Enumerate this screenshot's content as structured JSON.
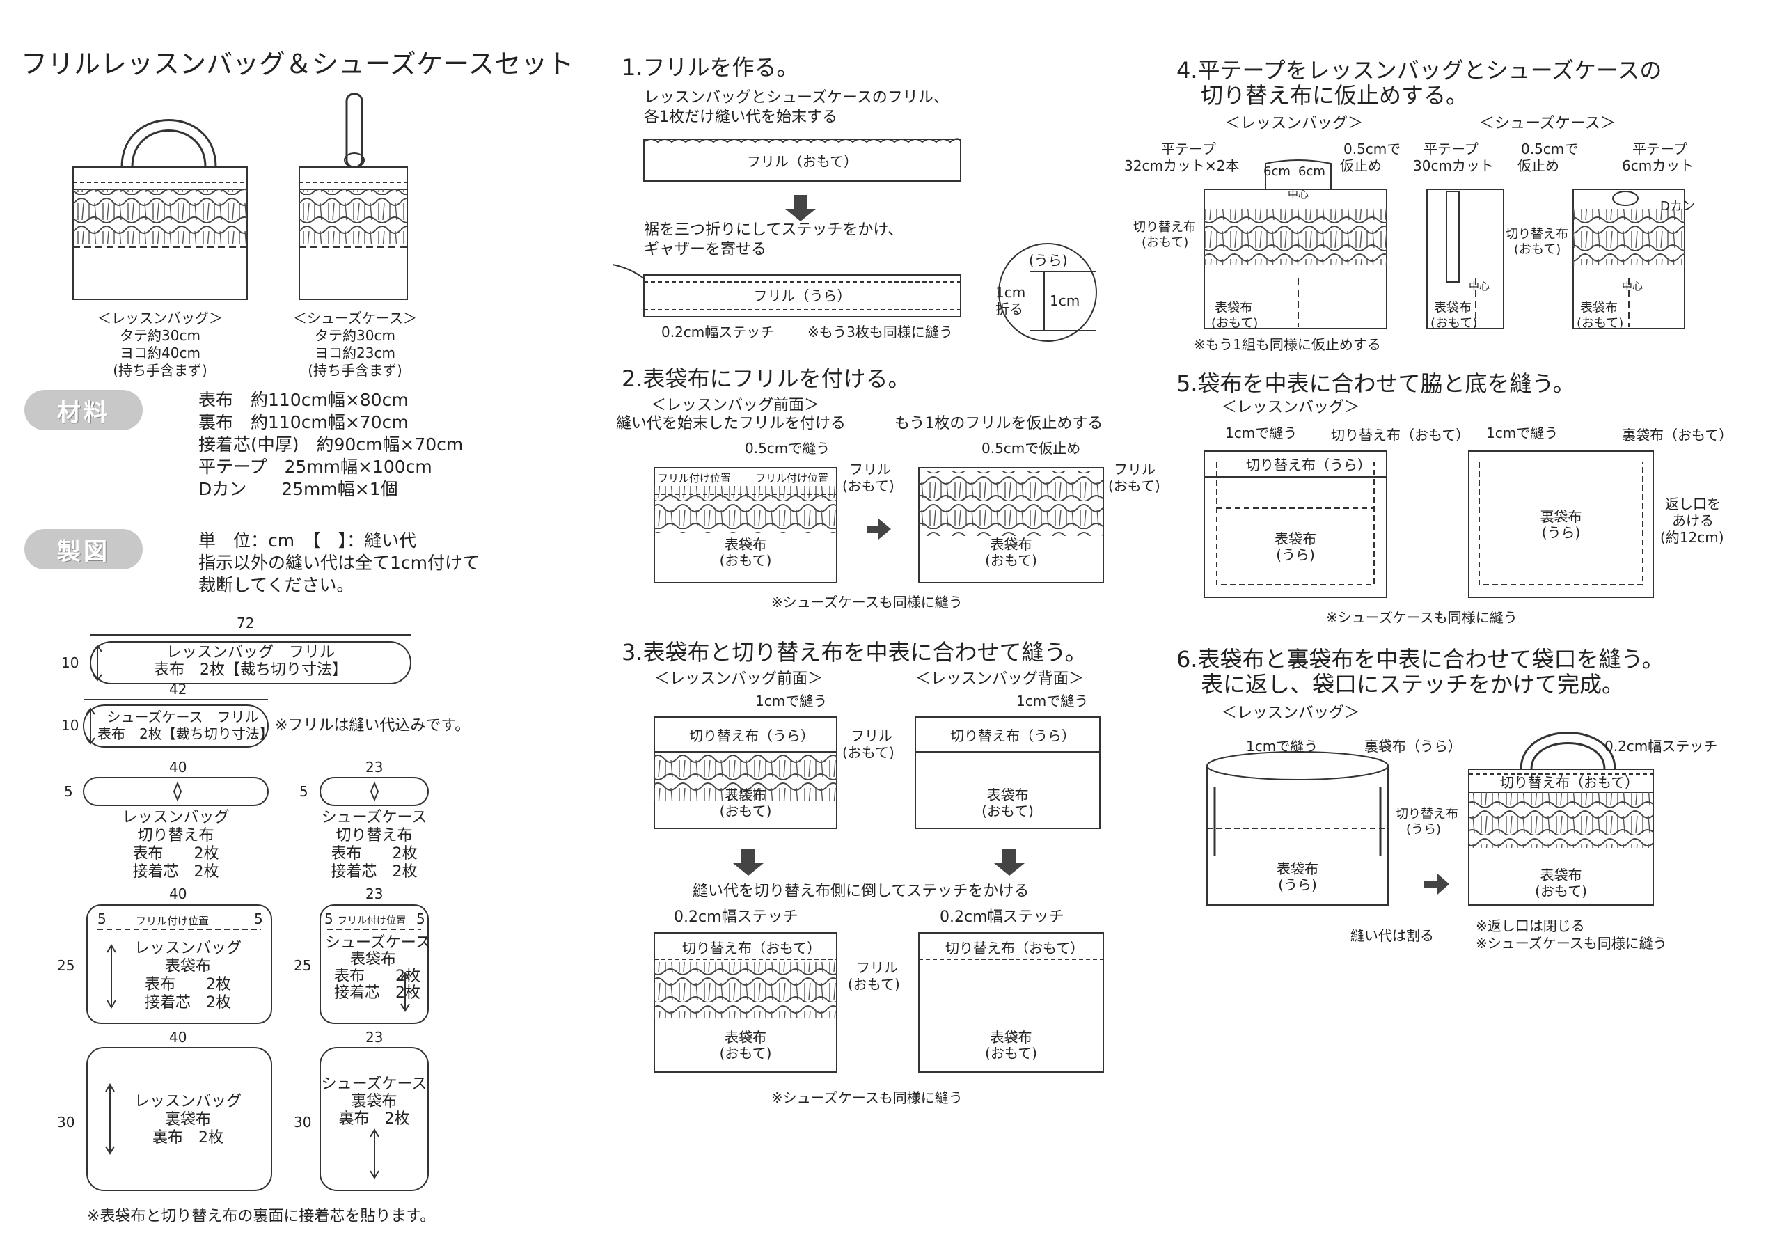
{
  "title": "フリルレッスンバッグ＆シューズケースセット",
  "products": {
    "bag": {
      "name": "＜レッスンバッグ＞",
      "h": "タテ約30cm",
      "w": "ヨコ約40cm",
      "note": "(持ち手含まず)"
    },
    "shoe": {
      "name": "＜シューズケース＞",
      "h": "タテ約30cm",
      "w": "ヨコ約23cm",
      "note": "(持ち手含まず)"
    }
  },
  "materials": {
    "badge": "材料",
    "items": [
      "表布　約110cm幅×80cm",
      "裏布　約110cm幅×70cm",
      "接着芯(中厚)　約90cm幅×70cm",
      "平テープ　25mm幅×100cm",
      "Dカン　　25mm幅×1個"
    ]
  },
  "drafting": {
    "badge": "製図",
    "lines": [
      "単　位：cm　【　】：縫い代",
      "指示以外の縫い代は全て1cm付けて",
      "裁断してください。"
    ]
  },
  "pieces": {
    "p1": {
      "w": "72",
      "h": "10",
      "l1": "レッスンバッグ　フリル",
      "l2": "表布　2枚【裁ち切り寸法】"
    },
    "p2": {
      "w": "42",
      "h": "10",
      "l1": "シューズケース　フリル",
      "l2": "表布　2枚【裁ち切り寸法】",
      "note": "※フリルは縫い代込みです。"
    },
    "p3": {
      "w": "40",
      "h": "5",
      "l1": "レッスンバッグ",
      "l2": "切り替え布",
      "l3": "表布　　2枚",
      "l4": "接着芯　2枚"
    },
    "p4": {
      "w": "23",
      "h": "5",
      "l1": "シューズケース",
      "l2": "切り替え布",
      "l3": "表布　　2枚",
      "l4": "接着芯　2枚"
    },
    "p5": {
      "w": "40",
      "h": "25",
      "m": "5",
      "pos": "フリル付け位置",
      "l1": "レッスンバッグ",
      "l2": "表袋布",
      "l3": "表布　　2枚",
      "l4": "接着芯　2枚"
    },
    "p6": {
      "w": "23",
      "h": "25",
      "m": "5",
      "pos": "フリル付け位置",
      "l1": "シューズケース",
      "l2": "表袋布",
      "l3": "表布　　2枚",
      "l4": "接着芯　2枚"
    },
    "p7": {
      "w": "40",
      "h": "30",
      "l1": "レッスンバッグ",
      "l2": "裏袋布",
      "l3": "裏布　2枚"
    },
    "p8": {
      "w": "23",
      "h": "30",
      "l1": "シューズケース",
      "l2": "裏袋布",
      "l3": "裏布　2枚"
    },
    "footnote": "※表袋布と切り替え布の裏面に接着芯を貼ります。"
  },
  "step1": {
    "title": "1.フリルを作る。",
    "d1": "レッスンバッグとシューズケースのフリル、",
    "d2": "各1枚だけ縫い代を始末する",
    "front": "フリル（おもて）",
    "d3": "裾を三つ折りにしてステッチをかけ、",
    "d4": "ギャザーを寄せる",
    "back": "フリル（うら）",
    "stitch": "0.2cm幅ステッチ",
    "note": "※もう3枚も同様に縫う",
    "ura": "(うら)",
    "fold1": "1cm",
    "fold2": "折る",
    "fold3": "1cm"
  },
  "step2": {
    "title": "2.表袋布にフリルを付ける。",
    "sub": "＜レッスンバッグ前面＞",
    "d1": "縫い代を始末したフリルを付ける",
    "d2": "もう1枚のフリルを仮止めする",
    "sew": "0.5cmで縫う",
    "tack": "0.5cmで仮止め",
    "pos": "フリル付け位置",
    "frill1": "フリル",
    "frill2": "(おもて)",
    "body1": "表袋布",
    "body2": "(おもて)",
    "note": "※シューズケースも同様に縫う"
  },
  "step3": {
    "title": "3.表袋布と切り替え布を中表に合わせて縫う。",
    "sub1": "＜レッスンバッグ前面＞",
    "sub2": "＜レッスンバッグ背面＞",
    "sew": "1cmで縫う",
    "switch_ura": "切り替え布（うら）",
    "switch_omote": "切り替え布（おもて）",
    "frill1": "フリル",
    "frill2": "(おもて)",
    "body1": "表袋布",
    "body2": "(おもて)",
    "mid": "縫い代を切り替え布側に倒してステッチをかける",
    "stitch": "0.2cm幅ステッチ",
    "note": "※シューズケースも同様に縫う"
  },
  "step4": {
    "title1": "4.平テープをレッスンバッグとシューズケースの",
    "title2": "切り替え布に仮止めする。",
    "sub1": "＜レッスンバッグ＞",
    "sub2": "＜シューズケース＞",
    "tape": "平テープ",
    "cut32": "32cmカット×2本",
    "cut30": "30cmカット",
    "cut6": "6cmカット",
    "six": "6cm",
    "tack": "0.5cmで",
    "tack2": "仮止め",
    "center": "中心",
    "switch1": "切り替え布",
    "switch2": "(おもて)",
    "body1": "表袋布",
    "body2": "(おもて)",
    "dkan": "Dカン",
    "note": "※もう1組も同様に仮止めする"
  },
  "step5": {
    "title": "5.袋布を中表に合わせて脇と底を縫う。",
    "sub": "＜レッスンバッグ＞",
    "sew": "1cmで縫う",
    "switch_omote": "切り替え布（おもて）",
    "switch_ura": "切り替え布（うら）",
    "lining_omote": "裏袋布（おもて）",
    "body1": "表袋布",
    "body2": "(うら)",
    "lining1": "裏袋布",
    "lining2": "(うら)",
    "open1": "返し口を",
    "open2": "あける",
    "open3": "(約12cm)",
    "note": "※シューズケースも同様に縫う"
  },
  "step6": {
    "title1": "6.表袋布と裏袋布を中表に合わせて袋口を縫う。",
    "title2": "表に返し、袋口にステッチをかけて完成。",
    "sub": "＜レッスンバッグ＞",
    "sew": "1cmで縫う",
    "lining": "裏袋布（うら）",
    "switch1": "切り替え布",
    "switch2": "(うら)",
    "body1": "表袋布",
    "body2": "(うら)",
    "split": "縫い代は割る",
    "stitch": "0.2cm幅ステッチ",
    "switch_omote": "切り替え布（おもて）",
    "body3": "表袋布",
    "body4": "(おもて)",
    "n1": "※返し口は閉じる",
    "n2": "※シューズケースも同様に縫う"
  }
}
